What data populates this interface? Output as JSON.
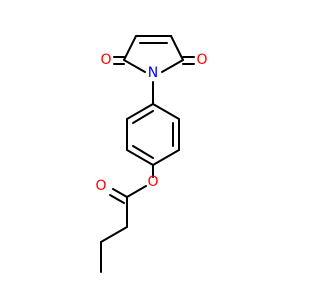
{
  "molecule": {
    "colors": {
      "bond": "#000000",
      "oxygen": "#ff0000",
      "nitrogen": "#0000ff"
    },
    "atoms": {
      "o_left": {
        "element": "O",
        "label": "O"
      },
      "n_imide": {
        "element": "N",
        "label": "N"
      },
      "o_right": {
        "element": "O",
        "label": "O"
      },
      "o_ester_carbonyl": {
        "element": "O",
        "label": "O"
      },
      "o_ester_ether": {
        "element": "O",
        "label": "O"
      }
    }
  }
}
